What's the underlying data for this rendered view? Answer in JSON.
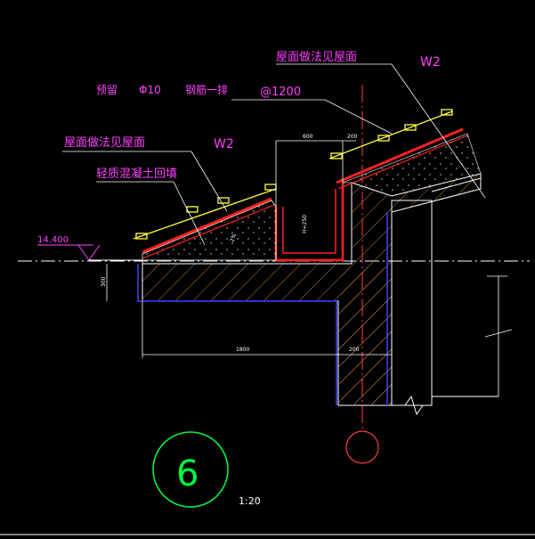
{
  "labels": {
    "roof_note_top": "屋面做法见屋面",
    "w2_top": "W2",
    "preset_rebar_a": "预留",
    "preset_rebar_b": "Φ10",
    "preset_rebar_c": "钢筋一排",
    "spacing": "@1200",
    "roof_note_left": "屋面做法见屋面",
    "w2_left": "W2",
    "light_concrete": "轻质混凝土回填",
    "elevation": "14.400",
    "dim_600": "600",
    "dim_200_top": "200",
    "dim_hb": "H=250",
    "dim_300": "300",
    "dim_1800": "1800",
    "dim_200_right": "200",
    "dim_slope": "2%",
    "detail_number": "6",
    "scale": "1:20"
  },
  "colors": {
    "background": "#000000",
    "magenta": "#ff40ff",
    "red": "#ff2020",
    "yellow": "#ffff40",
    "white": "#ffffff",
    "green": "#00ff40",
    "blue": "#4040ff",
    "hatch": "#c08040"
  }
}
